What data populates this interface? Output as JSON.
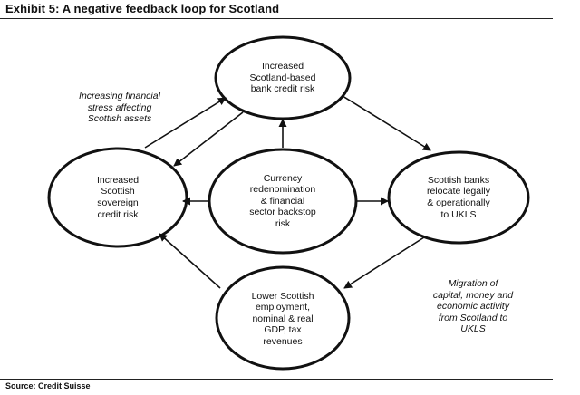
{
  "title": "Exhibit 5: A negative feedback loop for Scotland",
  "source": "Source: Credit Suisse",
  "nodes": {
    "top": [
      "Increased",
      "Scotland-based",
      "bank credit risk"
    ],
    "left": [
      "Increased",
      "Scottish",
      "sovereign",
      "credit risk"
    ],
    "center": [
      "Currency",
      "redenomination",
      "& financial",
      "sector backstop",
      "risk"
    ],
    "right": [
      "Scottish banks",
      "relocate legally",
      "& operationally",
      "to UKLS"
    ],
    "bottom": [
      "Lower Scottish",
      "employment,",
      "nominal & real",
      "GDP, tax",
      "revenues"
    ]
  },
  "annotations": {
    "top_left": [
      "Increasing financial",
      "stress affecting",
      "Scottish assets"
    ],
    "bottom_right": [
      "Migration of",
      "capital, money and",
      "economic activity",
      "from Scotland to",
      "UKLS"
    ]
  },
  "colors": {
    "ink": "#111111",
    "background": "#ffffff"
  }
}
